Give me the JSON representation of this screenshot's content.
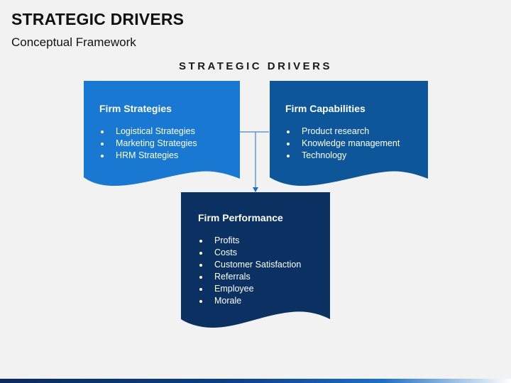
{
  "header": {
    "title": "STRATEGIC DRIVERS",
    "subtitle": "Conceptual Framework"
  },
  "diagram": {
    "heading": "STRATEGIC DRIVERS",
    "boxes": [
      {
        "title": "Firm Strategies",
        "items": [
          "Logistical Strategies",
          "Marketing Strategies",
          "HRM Strategies"
        ],
        "color": "#1878d2"
      },
      {
        "title": "Firm Capabilities",
        "items": [
          "Product research",
          "Knowledge management",
          "Technology"
        ],
        "color": "#0d5699"
      },
      {
        "title": "Firm Performance",
        "items": [
          "Profits",
          "Costs",
          "Customer Satisfaction",
          "Referrals",
          "Employee",
          "Morale"
        ],
        "color": "#0a3162"
      }
    ],
    "connector_color": "#1a6fc4"
  }
}
